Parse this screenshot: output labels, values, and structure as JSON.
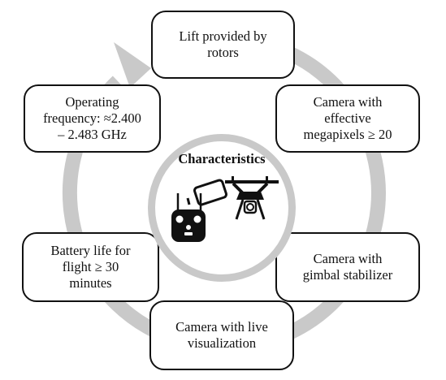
{
  "diagram": {
    "center_label": "Characteristics",
    "colors": {
      "ring": "#c9c9c9",
      "box_border": "#111111",
      "icon": "#111111"
    },
    "icons": [
      "drone-icon",
      "remote-controller-icon",
      "smartphone-icon"
    ],
    "boxes": {
      "top": "Lift provided by\nrotors",
      "upper_left": "Operating\nfrequency: ≈2.400\n– 2.483 GHz",
      "upper_right": "Camera with\neffective\nmegapixels ≥ 20",
      "lower_left": "Battery life for\nflight ≥ 30\nminutes",
      "lower_right": "Camera with\ngimbal stabilizer",
      "bottom": "Camera with live\nvisualization"
    }
  }
}
